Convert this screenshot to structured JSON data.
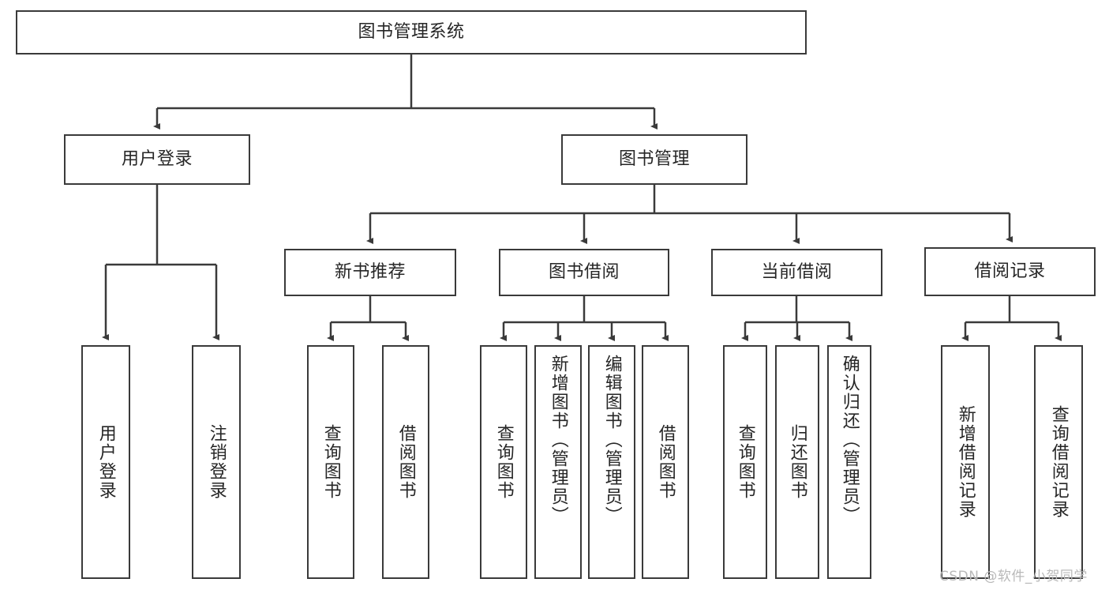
{
  "diagram": {
    "title": "图书管理系统",
    "watermark": "CSDN @软件_小贺同学",
    "colors": {
      "box_border": "#3a3a3a",
      "edge": "#3a3a3a",
      "text": "#262626",
      "background": "#ffffff",
      "watermark": "#b9b9b9"
    },
    "root": {
      "label": "图书管理系统"
    },
    "level1": [
      {
        "label": "用户登录"
      },
      {
        "label": "图书管理"
      }
    ],
    "level2": [
      {
        "label": "新书推荐"
      },
      {
        "label": "图书借阅"
      },
      {
        "label": "当前借阅"
      },
      {
        "label": "借阅记录"
      }
    ],
    "leaves": {
      "user_login": [
        {
          "label": "用户登录"
        },
        {
          "label": "注销登录"
        }
      ],
      "new_book_recommend": [
        {
          "label": "查询图书"
        },
        {
          "label": "借阅图书"
        }
      ],
      "book_borrow": [
        {
          "label": "查询图书"
        },
        {
          "label": "新增图书（管理员）"
        },
        {
          "label": "编辑图书（管理员）"
        },
        {
          "label": "借阅图书"
        }
      ],
      "current_borrow": [
        {
          "label": "查询图书"
        },
        {
          "label": "归还图书"
        },
        {
          "label": "确认归还（管理员）"
        }
      ],
      "borrow_record": [
        {
          "label": "新增借阅记录"
        },
        {
          "label": "查询借阅记录"
        }
      ]
    }
  }
}
